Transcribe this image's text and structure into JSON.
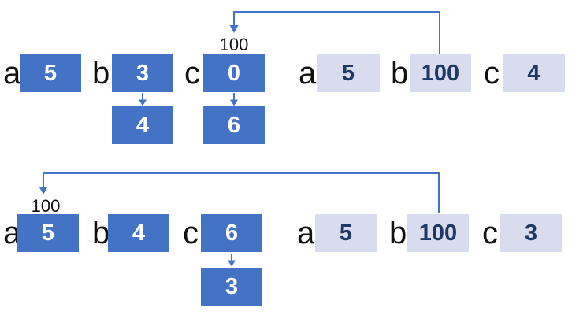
{
  "colors": {
    "box_fill": "#4472C4",
    "box_text": "#FFFFFF",
    "light_box_fill": "#D8DCEE",
    "light_box_text": "#1F3864",
    "arrow": "#4472C4",
    "label_text": "#111111"
  },
  "diagram_top": {
    "before": {
      "a": {
        "label": "a",
        "value": "5"
      },
      "b": {
        "label": "b",
        "value": "3",
        "new_value": "4"
      },
      "c": {
        "label": "c",
        "value": "0",
        "new_value": "6",
        "annotation": "100"
      }
    },
    "after": {
      "a": {
        "label": "a",
        "value": "5"
      },
      "b": {
        "label": "b",
        "value": "100"
      },
      "c": {
        "label": "c",
        "value": "4"
      }
    }
  },
  "diagram_bottom": {
    "before": {
      "a": {
        "label": "a",
        "value": "5",
        "annotation": "100"
      },
      "b": {
        "label": "b",
        "value": "4"
      },
      "c": {
        "label": "c",
        "value": "6",
        "new_value": "3"
      }
    },
    "after": {
      "a": {
        "label": "a",
        "value": "5"
      },
      "b": {
        "label": "b",
        "value": "100"
      },
      "c": {
        "label": "c",
        "value": "3"
      }
    }
  }
}
